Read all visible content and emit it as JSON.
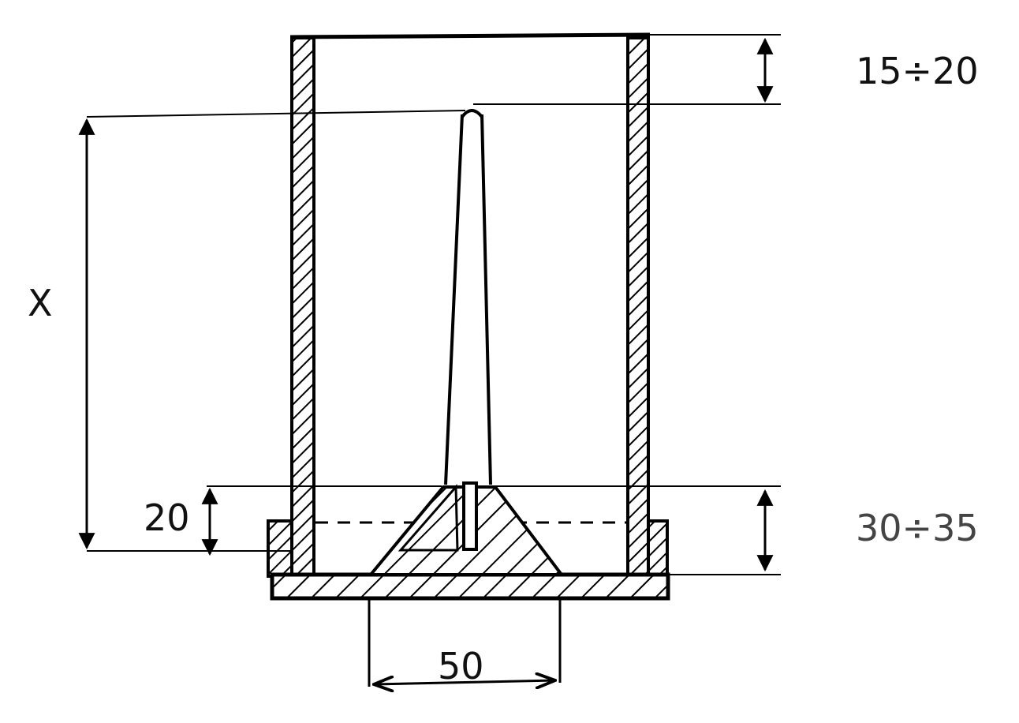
{
  "diagram": {
    "dimensions": {
      "top_gap": "15÷20",
      "height_x": "X",
      "sleeve_depth": "20",
      "base_depth": "30÷35",
      "base_width": "50"
    },
    "colors": {
      "ink": "#000000",
      "paper": "#ffffff"
    }
  }
}
